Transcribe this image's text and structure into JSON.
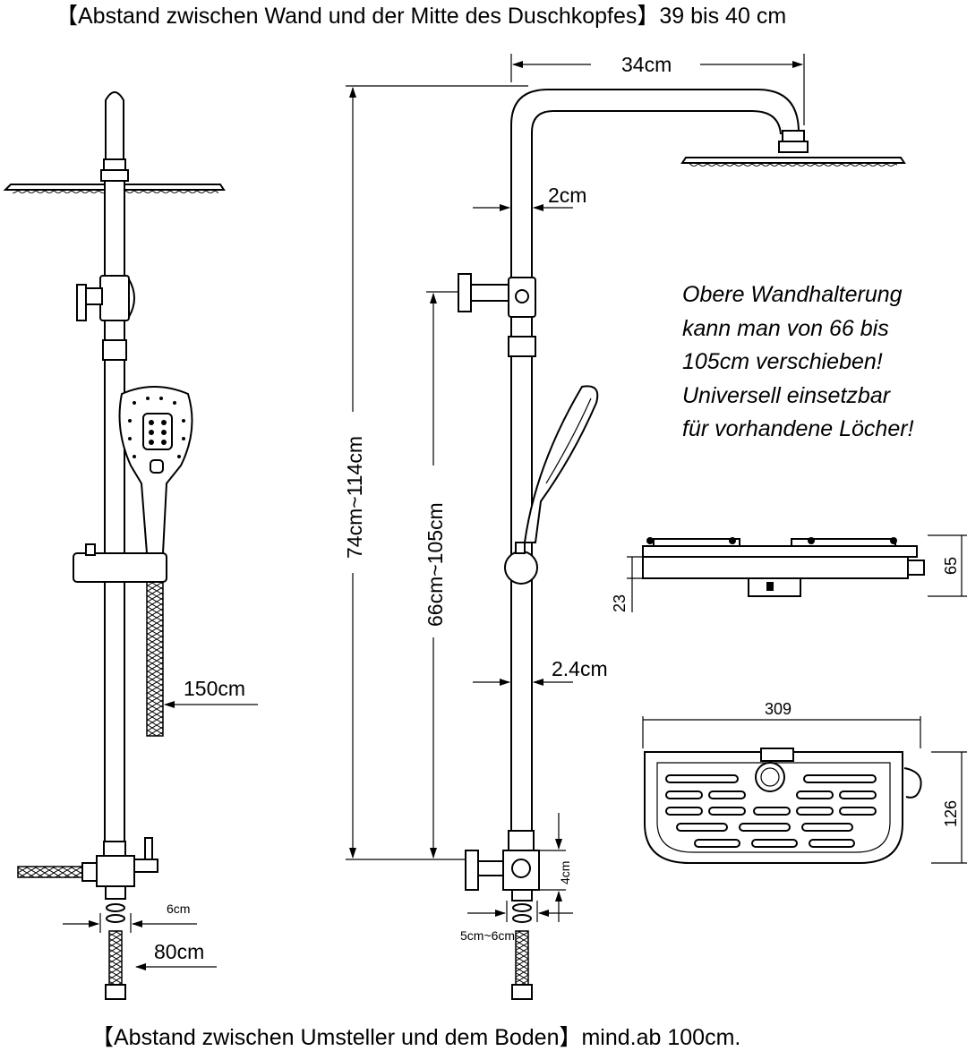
{
  "header": {
    "note": "【Abstand zwischen Wand und der Mitte des Duschkopfes】39 bis 40 cm"
  },
  "footer": {
    "note": "【Abstand zwischen Umsteller und dem Boden】mind.ab 100cm."
  },
  "mount_note": {
    "lines": [
      "Obere Wandhalterung",
      "kann man von 66 bis",
      "105cm verschieben!",
      "Universell einsetzbar",
      "für vorhandene Löcher!"
    ]
  },
  "dimensions": {
    "arm_length": "34cm",
    "pipe_upper": "2cm",
    "pipe_lower": "2.4cm",
    "total_height": "74cm~114cm",
    "bracket_range": "66cm~105cm",
    "hose": "150cm",
    "inlet_hose": "80cm",
    "inlet_width": "6cm",
    "connector_height": "4cm",
    "connector_spacing": "5cm~6cm",
    "shelf_height": "65",
    "shelf_base": "23",
    "shelf_width": "309",
    "shelf_depth": "126"
  }
}
